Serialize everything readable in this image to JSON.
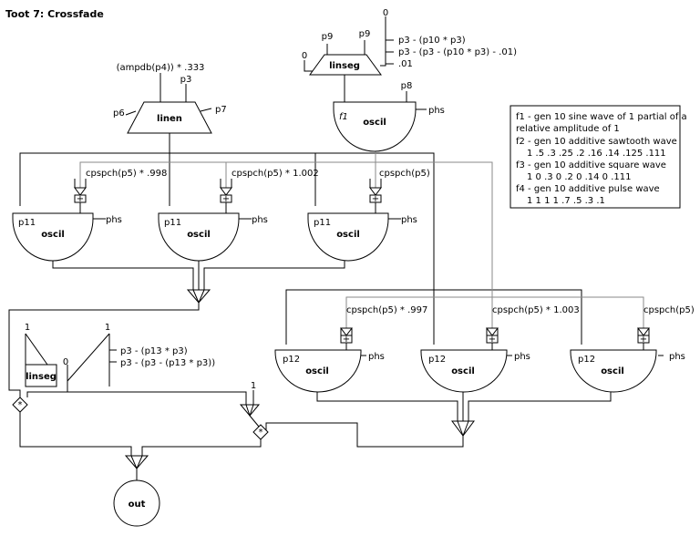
{
  "title": "Toot 7: Crossfade",
  "linen": {
    "label": "linen",
    "amp": "(ampdb(p4)) * .333",
    "rise": "p3",
    "dur": "p6",
    "dec": "p7"
  },
  "linseg_top": {
    "label": "linseg",
    "inputs": [
      "0",
      "p9",
      "p9",
      "0"
    ],
    "args": [
      "p3 - (p10 * p3)",
      "p3 - (p3 - (p10 * p3) - .01)",
      ".01"
    ]
  },
  "lfo": {
    "label": "oscil",
    "fn": "f1",
    "cps": "p8",
    "phs": "phs"
  },
  "legend": [
    "f1 - gen 10 sine wave of 1 partial of a",
    "relative amplitude of 1",
    "f2 - gen 10 additive sawtooth wave",
    "1 .5 .3 .25 .2 .16 .14 .125 .111",
    "f3 - gen 10 additive square wave",
    "1 0 .3 0 .2 0 .14 0 .111",
    "f4 - gen 10 additive pulse wave",
    "1 1 1 1 .7 .5 .3 .1"
  ],
  "osc_top": [
    {
      "fn": "p11",
      "label": "oscil",
      "phs": "phs",
      "pitch": "cpspch(p5) * .998"
    },
    {
      "fn": "p11",
      "label": "oscil",
      "phs": "phs",
      "pitch": "cpspch(p5) * 1.002"
    },
    {
      "fn": "p11",
      "label": "oscil",
      "phs": "phs",
      "pitch": "cpspch(p5)"
    }
  ],
  "osc_bottom": [
    {
      "fn": "p12",
      "label": "oscil",
      "phs": "phs",
      "pitch": "cpspch(p5) * .997"
    },
    {
      "fn": "p12",
      "label": "oscil",
      "phs": "phs",
      "pitch": "cpspch(p5) * 1.003"
    },
    {
      "fn": "p12",
      "label": "oscil",
      "phs": "phs",
      "pitch": "cpspch(p5)"
    }
  ],
  "linseg_fade": {
    "label": "linseg",
    "inputs": [
      "1",
      "0",
      "1"
    ],
    "args": [
      "p3 - (p13 * p3)",
      "p3 - (p3 - (p13 * p3))"
    ]
  },
  "const_one": "1",
  "mul_sign": "*",
  "add_sign": "+",
  "out": "out"
}
